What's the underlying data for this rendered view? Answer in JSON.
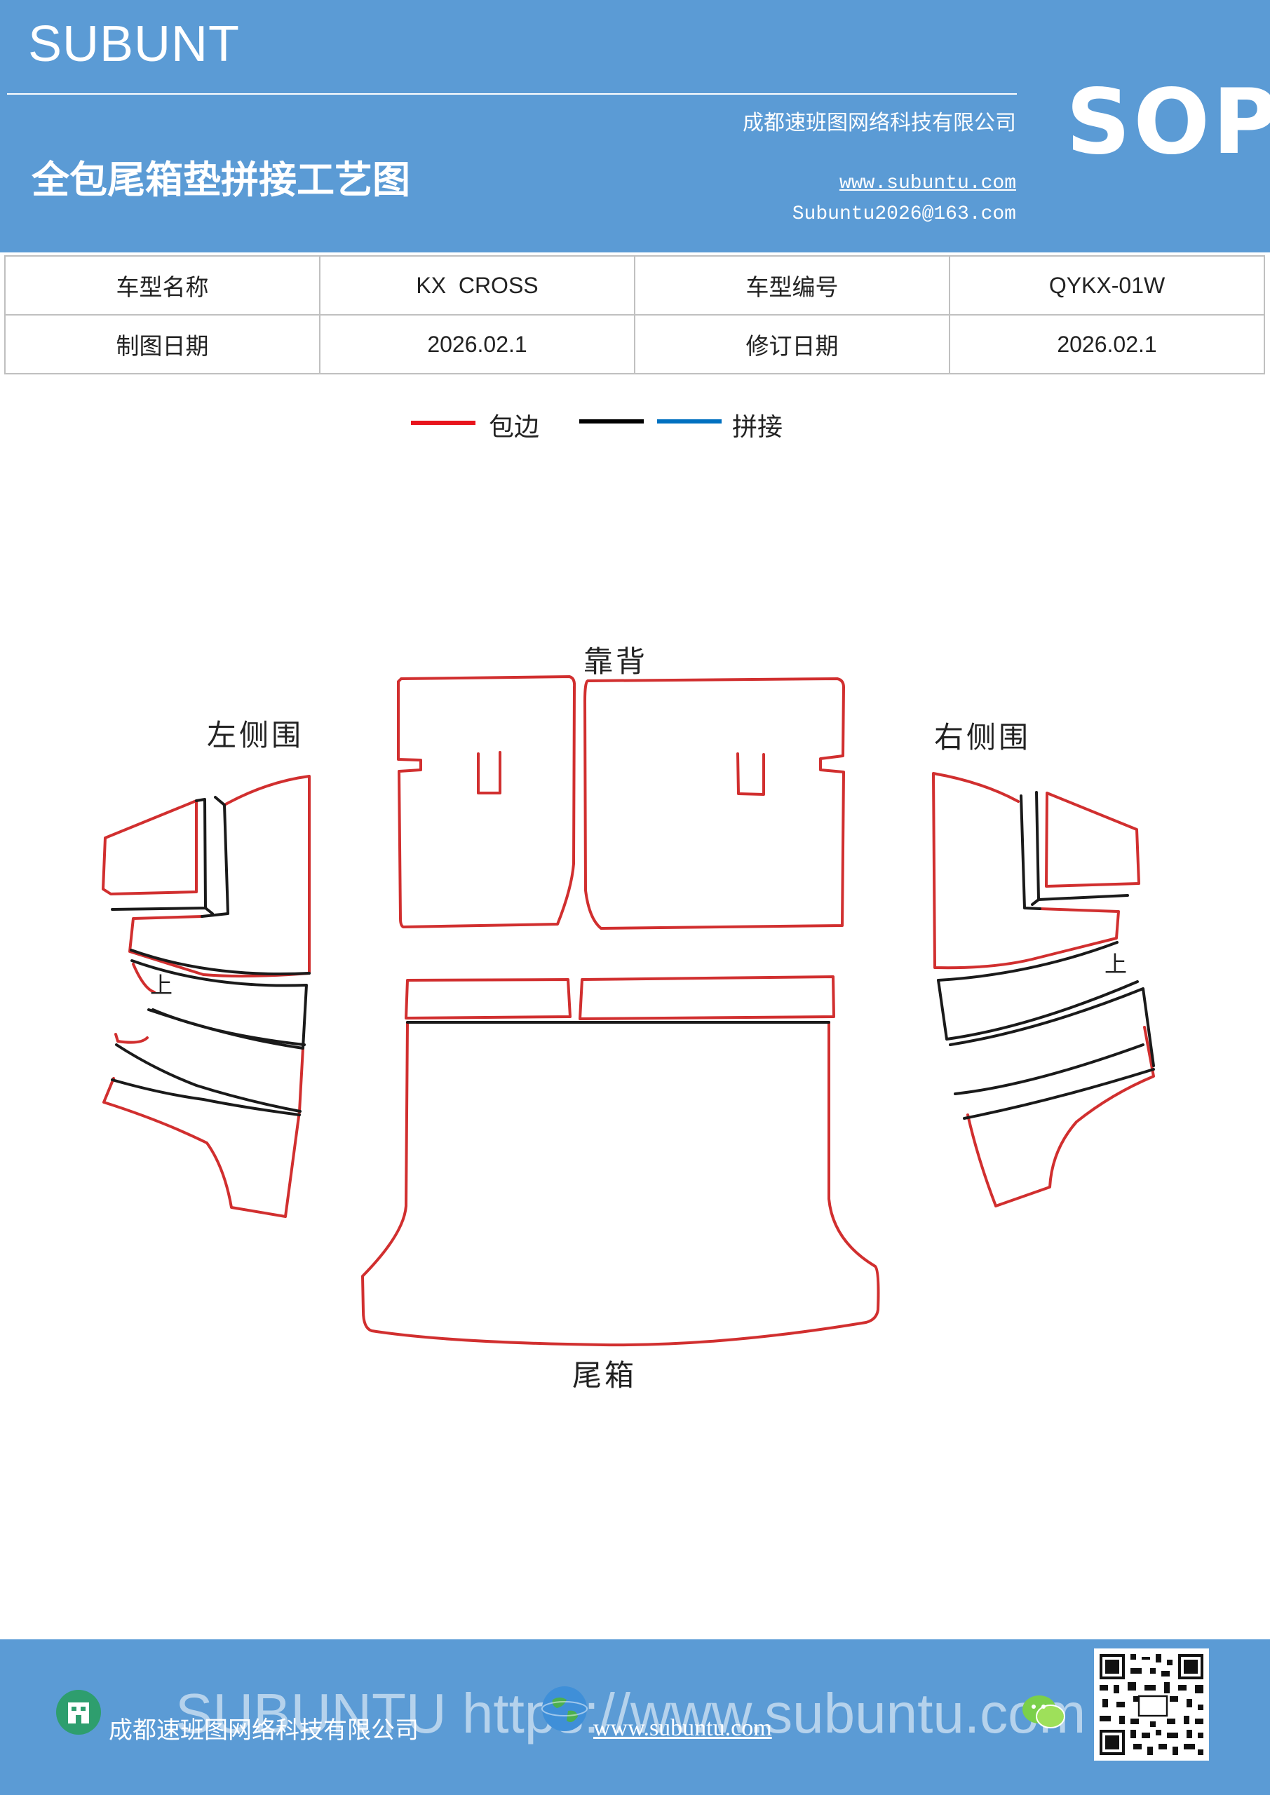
{
  "header": {
    "brand": "SUBUNT",
    "title": "全包尾箱垫拼接工艺图",
    "company": "成都速班图网络科技有限公司",
    "website": "www.subuntu.com",
    "email": "Subuntu2026@163.com",
    "badge": "SOP",
    "background_color": "#5b9bd5"
  },
  "info": {
    "model_name_label": "车型名称",
    "model_name_value": "KX  CROSS",
    "model_code_label": "车型编号",
    "model_code_value": "QYKX-01W",
    "draw_date_label": "制图日期",
    "draw_date_value": "2026.02.1",
    "revise_date_label": "修订日期",
    "revise_date_value": "2026.02.1"
  },
  "legend": {
    "edge_label": "包边",
    "edge_color": "#e8141c",
    "black_color": "#000000",
    "blue_color": "#0070c0",
    "splice_label": "拼接"
  },
  "diagram": {
    "outline_color": "#d12f2f",
    "seam_color": "#1a1a1a",
    "labels": {
      "back": "靠背",
      "left_side": "左侧围",
      "right_side": "右侧围",
      "trunk": "尾箱",
      "left_mark": "上",
      "right_mark": "上"
    }
  },
  "footer": {
    "watermark": "SUBUNTU https://www.subuntu.com",
    "company": "成都速班图网络科技有限公司",
    "website": "www.subuntu.com"
  }
}
